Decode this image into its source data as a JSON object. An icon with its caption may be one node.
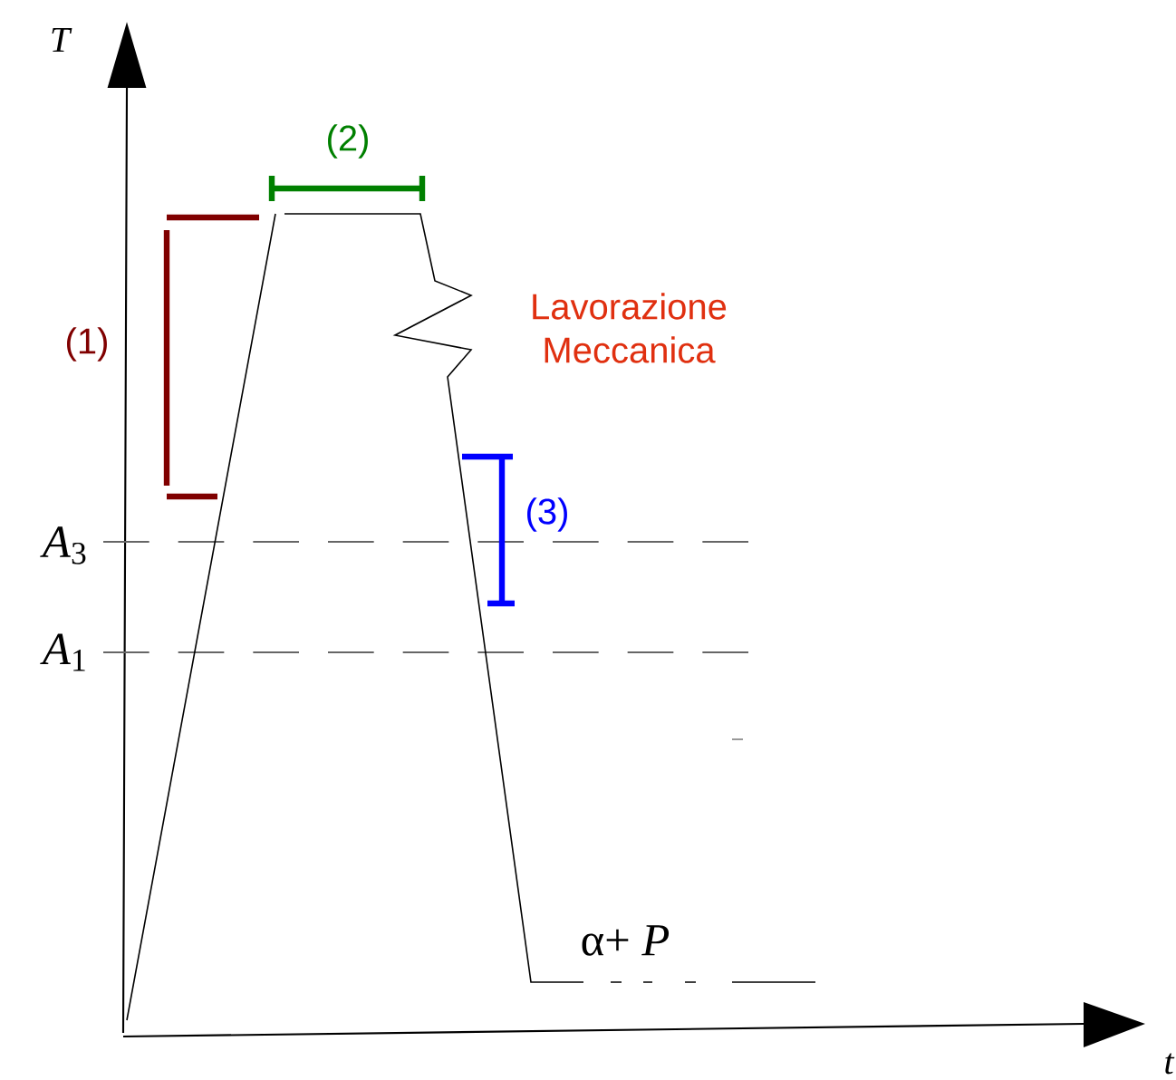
{
  "diagram": {
    "labels": [
      "T",
      "(2)",
      "(1)",
      "Lavorazione Meccanica",
      "(3)",
      "*A*$_{3}$",
      "*A*$_{1}$",
      "α+ *P*",
      "t"
    ]
  }
}
